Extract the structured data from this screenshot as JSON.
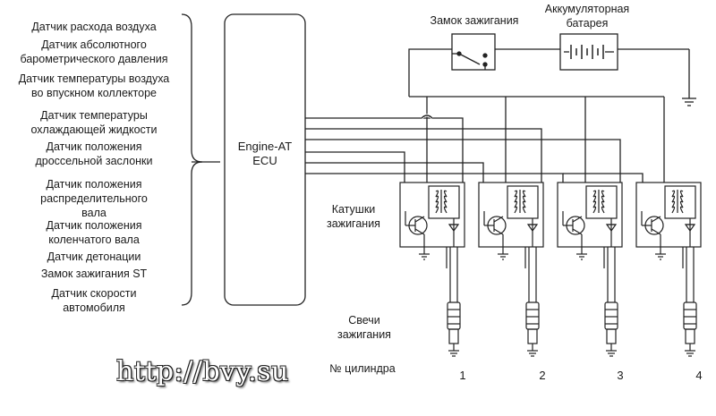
{
  "sensors": [
    "Датчик расхода воздуха",
    "Датчик абсолютного\nбарометрического давления",
    "Датчик температуры воздуха\nво впускном коллекторе",
    "Датчик температуры\nохлаждающей жидкости",
    "Датчик положения\nдроссельной заслонки",
    "Датчик положения\nраспределительного\nвала",
    "Датчик положения\nколенчатого вала",
    "Датчик детонации",
    "Замок зажигания ST",
    "Датчик скорости\nавтомобиля"
  ],
  "ecu": {
    "label": "Engine-AT\nECU"
  },
  "ignition_switch": {
    "label": "Замок зажигания"
  },
  "battery": {
    "label": "Аккумуляторная\nбатарея"
  },
  "coils": {
    "label": "Катушки\nзажигания"
  },
  "plugs": {
    "label": "Свечи\nзажигания"
  },
  "cylinder": {
    "label": "№ цилиндра",
    "numbers": [
      "1",
      "2",
      "3",
      "4"
    ]
  },
  "watermark": "http://bvy.su",
  "colors": {
    "line": "#222222",
    "background": "#ffffff"
  }
}
